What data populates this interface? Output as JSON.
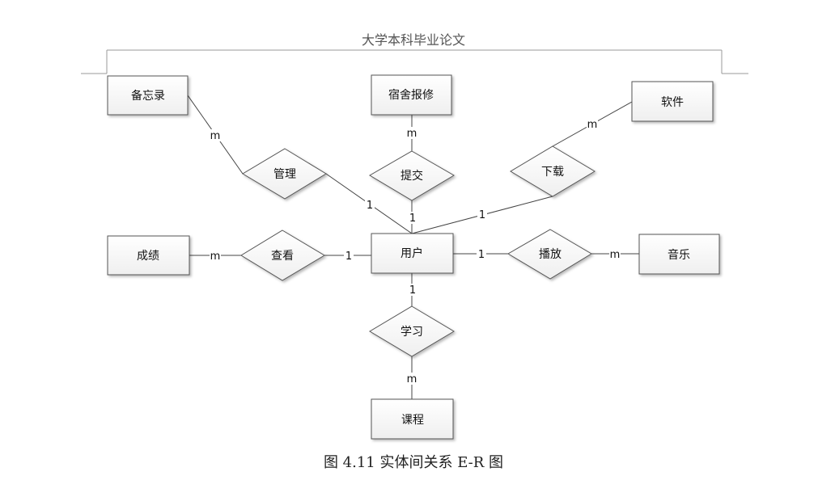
{
  "header": {
    "text": "大学本科毕业论文"
  },
  "caption": {
    "text": "图 4.11 实体间关系 E-R 图"
  },
  "entities": {
    "user": "用户",
    "memo": "备忘录",
    "dorm_repair": "宿舍报修",
    "software": "软件",
    "grades": "成绩",
    "music": "音乐",
    "course": "课程"
  },
  "relationships": {
    "manage": "管理",
    "submit": "提交",
    "download": "下载",
    "view": "查看",
    "play": "播放",
    "study": "学习"
  },
  "cardinality": {
    "one": "1",
    "many": "m"
  }
}
